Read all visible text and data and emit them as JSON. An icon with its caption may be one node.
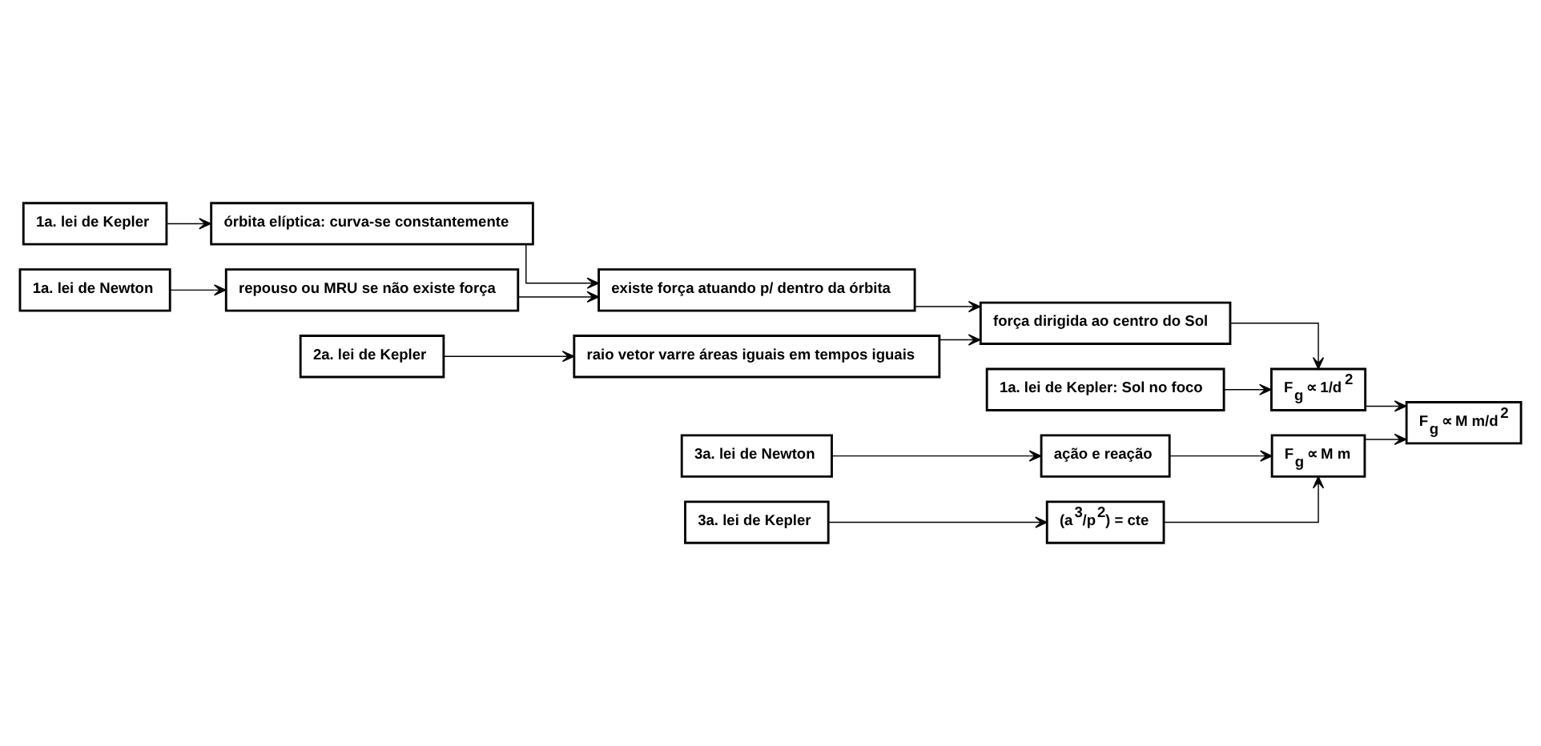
{
  "diagram": {
    "nodes": [
      {
        "text": [
          "1a. lei de Kepler"
        ]
      },
      {
        "text": [
          "órbita elíptica: curva-se constantemente"
        ]
      },
      {
        "text": [
          "1a. lei de Newton"
        ]
      },
      {
        "text": [
          "repouso ou MRU se não existe força"
        ]
      },
      {
        "text": [
          "existe força atuando p/ dentro da órbita"
        ]
      },
      {
        "text": [
          "2a. lei de Kepler"
        ]
      },
      {
        "text": [
          "raio vetor varre áreas iguais em tempos iguais"
        ]
      },
      {
        "text": [
          "força dirigida ao centro do Sol"
        ]
      },
      {
        "text": [
          "1a. lei de Kepler: Sol no foco"
        ]
      },
      {
        "text": [
          "3a. lei de Newton"
        ]
      },
      {
        "text": [
          "ação e reação"
        ]
      },
      {
        "text": [
          "3a. lei de Kepler"
        ]
      },
      {
        "text": [
          "(a$^{3}$/p$^{2}$) = cte"
        ]
      },
      {
        "text": [
          "F$_{g}$ ∝ M m"
        ]
      },
      {
        "text": [
          "F$_{g}$ ∝ 1/d$^{2}$"
        ]
      },
      {
        "text": [
          "F$_{g}$ ∝ M m/d$^{2}$"
        ]
      }
    ],
    "edges": [
      {
        "from": 0,
        "to": 1,
        "arrow": "to"
      },
      {
        "from": 2,
        "to": 3,
        "arrow": "to"
      },
      {
        "from": 1,
        "to": 4,
        "arrow": "to"
      },
      {
        "from": 3,
        "to": 4,
        "arrow": "to"
      },
      {
        "from": 5,
        "to": 6,
        "arrow": "to"
      },
      {
        "from": 4,
        "to": 7,
        "arrow": "to"
      },
      {
        "from": 6,
        "to": 7,
        "arrow": "to"
      },
      {
        "from": 7,
        "to": 14,
        "arrow": "to"
      },
      {
        "from": 8,
        "to": 14,
        "arrow": "to"
      },
      {
        "from": 9,
        "to": 10,
        "arrow": "to"
      },
      {
        "from": 11,
        "to": 12,
        "arrow": "to"
      },
      {
        "from": 10,
        "to": 13,
        "arrow": "to"
      },
      {
        "from": 12,
        "to": 13,
        "arrow": "to"
      },
      {
        "from": 13,
        "to": 15,
        "arrow": "to"
      },
      {
        "from": 14,
        "to": 15,
        "arrow": "to"
      }
    ]
  }
}
